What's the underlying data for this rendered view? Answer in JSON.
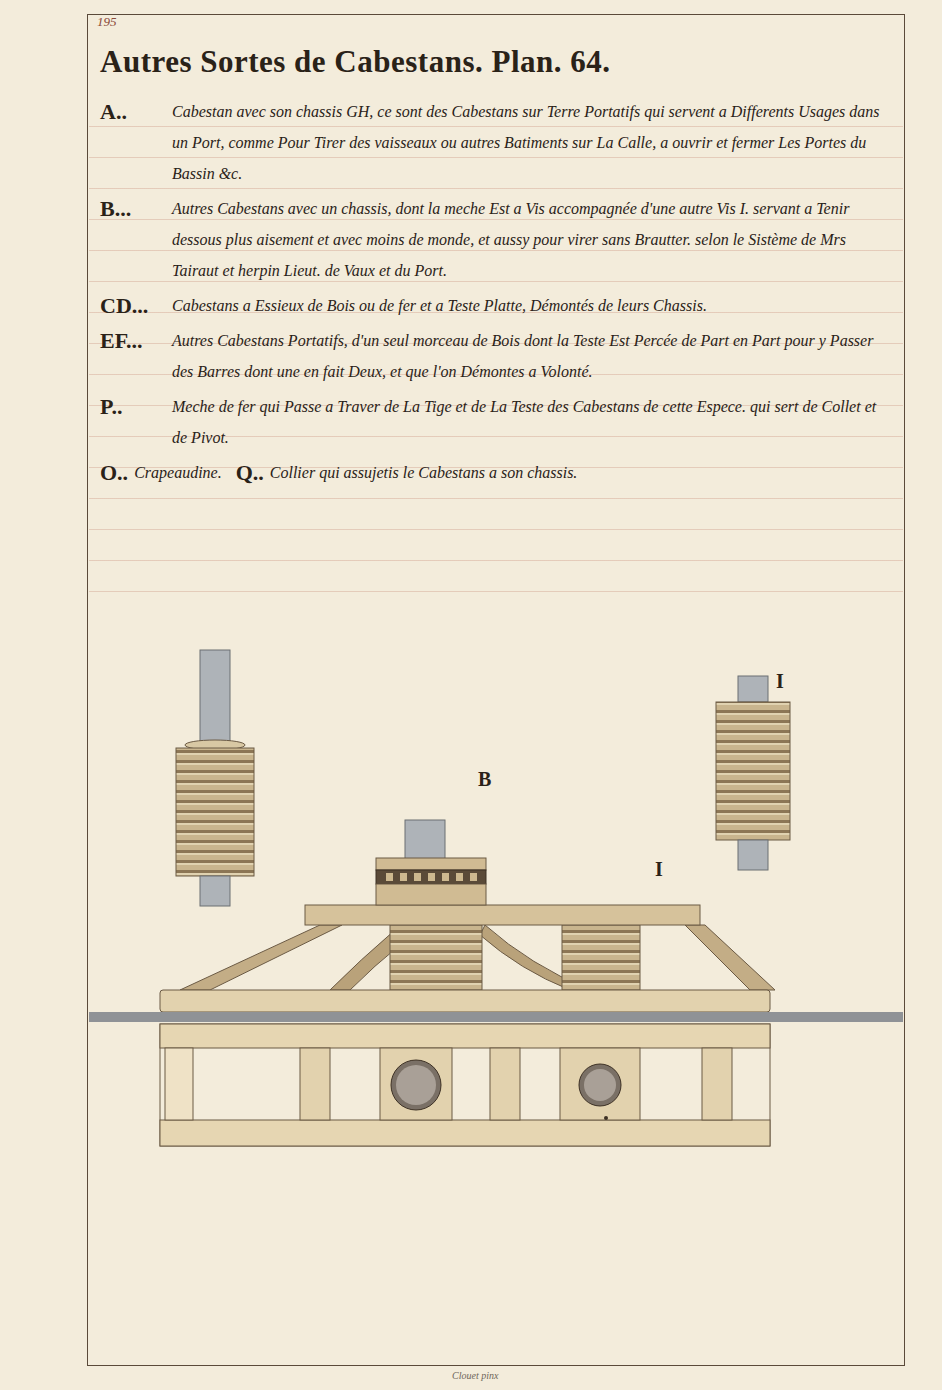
{
  "diagram": {
    "title": "Autres Sortes de Cabestans. Plan. 64.",
    "labels": [
      "195",
      "A..",
      "Cabestan avec son chassis GH, ce sont des Cabestans sur Terre Portatifs qui servent a Differents Usages dans un Port, comme Pour Tirer des vaisseaux ou autres Batiments sur La Calle, a ouvrir et fermer Les Portes du Bassin &c.",
      "B...",
      "Autres Cabestans avec un chassis, dont la meche Est a Vis accompagnée d'une autre Vis I. servant a Tenir dessous plus aisement et avec moins de monde, et aussy pour virer sans Brautter. selon le Sistème de Mrs Tairaut et herpin Lieut. de Vaux et du Port.",
      "CD...",
      "Cabestans a Essieux de Bois ou de fer et a Teste Platte, Démontés de leurs Chassis.",
      "EF...",
      "Autres Cabestans Portatifs, d'un seul morceau de Bois dont la Teste Est Percée de Part en Part pour y Passer des Barres dont une en fait Deux, et que l'on Démontes a Volonté.",
      "P..",
      "Meche de fer qui Passe a Traver de La Tige et de La Teste des Cabestans de cette Espece. qui sert de Collet et de Pivot.",
      "O..",
      "Crapeaudine.",
      "Q..",
      "Collier qui assujetis le Cabestans a son chassis.",
      "B",
      "I",
      "I",
      "Clouet pinx"
    ]
  }
}
